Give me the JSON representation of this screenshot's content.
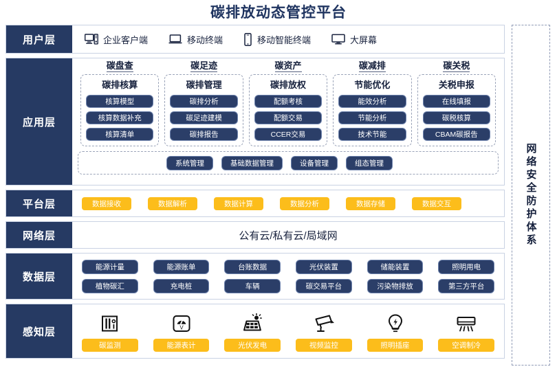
{
  "title": "碳排放动态管控平台",
  "security_column": {
    "label": "网络安全防护体系"
  },
  "layers": {
    "user": {
      "label": "用户层",
      "items": [
        {
          "icon": "desktop-pc-icon",
          "label": "企业客户端"
        },
        {
          "icon": "laptop-icon",
          "label": "移动终端"
        },
        {
          "icon": "smartphone-icon",
          "label": "移动智能终端"
        },
        {
          "icon": "monitor-icon",
          "label": "大屏幕"
        }
      ]
    },
    "application": {
      "label": "应用层",
      "columns": [
        {
          "title": "碳盘查",
          "card_title": "碳排核算",
          "items": [
            "核算模型",
            "核算数据补充",
            "核算清单"
          ]
        },
        {
          "title": "碳足迹",
          "card_title": "碳排管理",
          "items": [
            "碳排分析",
            "碳足迹建模",
            "碳排报告"
          ]
        },
        {
          "title": "碳资产",
          "card_title": "碳排放权",
          "items": [
            "配额考核",
            "配额交易",
            "CCER交易"
          ]
        },
        {
          "title": "碳减排",
          "card_title": "节能优化",
          "items": [
            "能效分析",
            "节能分析",
            "技术节能"
          ]
        },
        {
          "title": "碳关税",
          "card_title": "关税申报",
          "items": [
            "在线填报",
            "碳税核算",
            "CBAM碳报告"
          ]
        }
      ],
      "management": [
        "系统管理",
        "基础数据管理",
        "设备管理",
        "组态管理"
      ]
    },
    "platform": {
      "label": "平台层",
      "items": [
        "数据接收",
        "数据解析",
        "数据计算",
        "数据分析",
        "数据存储",
        "数据交互"
      ]
    },
    "network": {
      "label": "网络层",
      "text": "公有云/私有云/局域网"
    },
    "data": {
      "label": "数据层",
      "row1": [
        "能源计量",
        "能源账单",
        "台账数据",
        "光伏装置",
        "储能装置",
        "照明用电"
      ],
      "row2": [
        "植物碳汇",
        "充电桩",
        "车辆",
        "碳交易平台",
        "污染物排放",
        "第三方平台"
      ]
    },
    "sense": {
      "label": "感知层",
      "items": [
        {
          "icon": "carbon-monitor-icon",
          "label": "碳监测"
        },
        {
          "icon": "energy-meter-icon",
          "label": "能源表计"
        },
        {
          "icon": "solar-panel-icon",
          "label": "光伏发电"
        },
        {
          "icon": "cctv-camera-icon",
          "label": "视频监控"
        },
        {
          "icon": "light-bulb-icon",
          "label": "照明插座"
        },
        {
          "icon": "air-conditioner-icon",
          "label": "空调制冷"
        }
      ]
    }
  },
  "colors": {
    "navy": "#263a63",
    "pill_navy": "#2b3e68",
    "amber": "#fcbd1b",
    "title": "#1f3460",
    "border": "#c9d2e3"
  }
}
